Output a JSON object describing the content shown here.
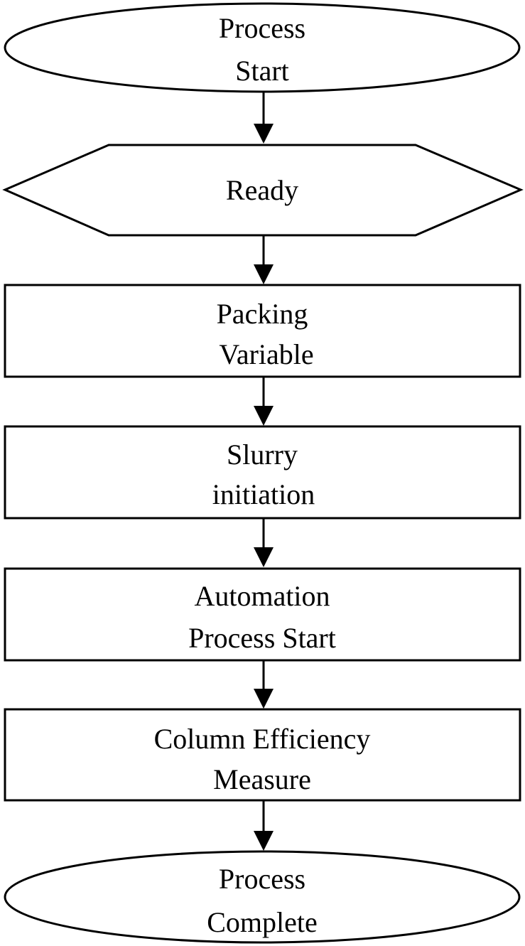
{
  "diagram": {
    "nodes": [
      {
        "id": "process-start",
        "shape": "ellipse",
        "lines": [
          "Process",
          "Start"
        ]
      },
      {
        "id": "ready",
        "shape": "hexagon",
        "lines": [
          "Ready"
        ]
      },
      {
        "id": "packing-variable",
        "shape": "rectangle",
        "lines": [
          "Packing",
          "Variable"
        ]
      },
      {
        "id": "slurry-initiation",
        "shape": "rectangle",
        "lines": [
          "Slurry",
          "initiation"
        ]
      },
      {
        "id": "automation-process-start",
        "shape": "rectangle",
        "lines": [
          "Automation",
          "Process Start"
        ]
      },
      {
        "id": "column-efficiency-measure",
        "shape": "rectangle",
        "lines": [
          "Column Efficiency",
          "Measure"
        ]
      },
      {
        "id": "process-complete",
        "shape": "ellipse",
        "lines": [
          "Process",
          "Complete"
        ]
      }
    ],
    "edges": [
      {
        "from": "process-start",
        "to": "ready"
      },
      {
        "from": "ready",
        "to": "packing-variable"
      },
      {
        "from": "packing-variable",
        "to": "slurry-initiation"
      },
      {
        "from": "slurry-initiation",
        "to": "automation-process-start"
      },
      {
        "from": "automation-process-start",
        "to": "column-efficiency-measure"
      },
      {
        "from": "column-efficiency-measure",
        "to": "process-complete"
      }
    ]
  }
}
